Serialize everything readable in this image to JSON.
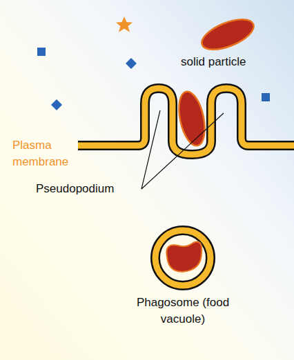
{
  "diagram": {
    "labels": [
      "solid particle",
      "Plasma membrane",
      "Pseudopodium",
      "Phagosome (food vacuole)"
    ]
  }
}
